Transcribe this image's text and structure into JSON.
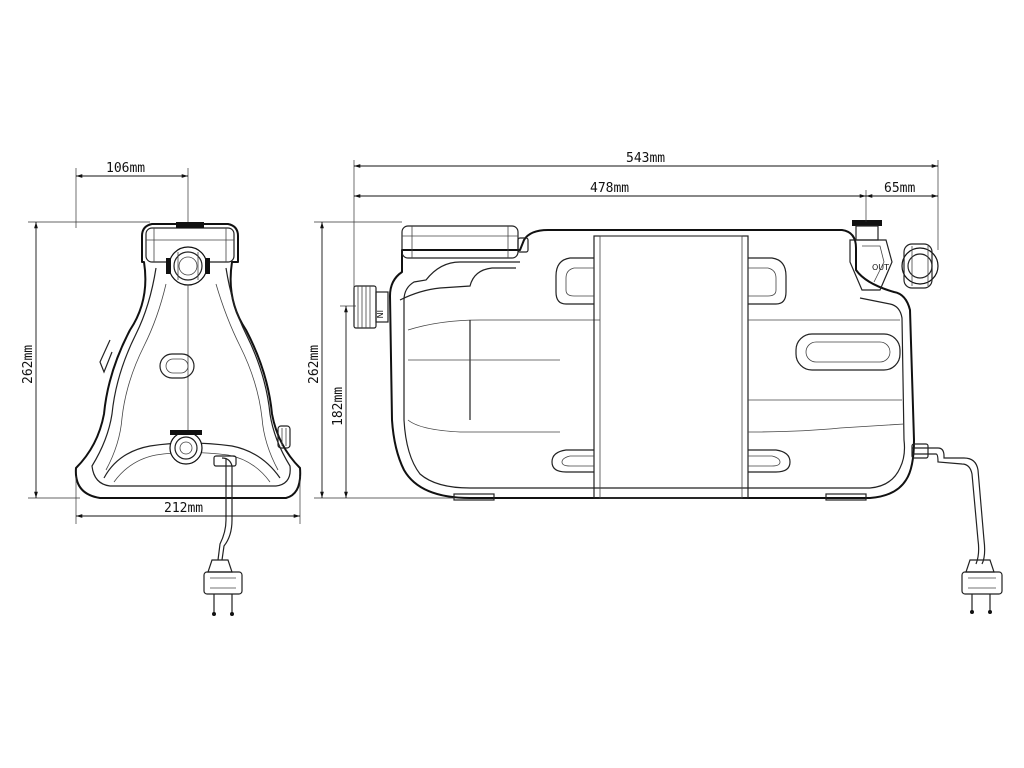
{
  "dimensions": {
    "front_top_width": "106mm",
    "front_height": "262mm",
    "front_base_width": "212mm",
    "side_total_length": "543mm",
    "side_body_length": "478mm",
    "side_outlet_offset": "65mm",
    "side_height": "262mm",
    "side_inlet_height": "182mm"
  },
  "ports": {
    "inlet_label": "IN",
    "outlet_label": "OUT"
  }
}
